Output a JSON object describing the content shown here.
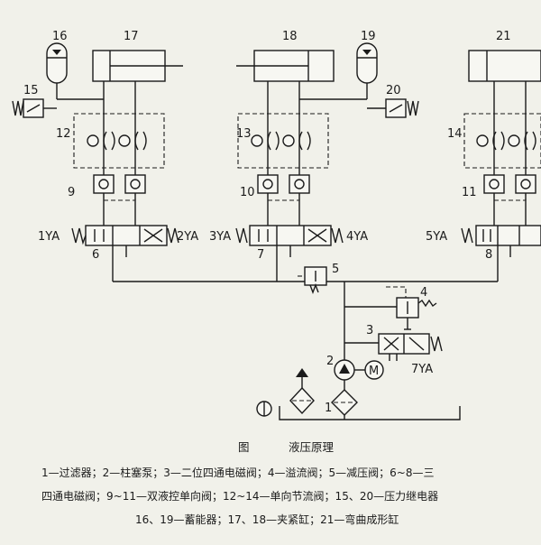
{
  "figure_label": "图",
  "title": "液压原理",
  "component_numbers": [
    "1",
    "2",
    "3",
    "4",
    "5",
    "6",
    "7",
    "8",
    "9",
    "10",
    "11",
    "12",
    "13",
    "14",
    "15",
    "16",
    "17",
    "18",
    "19",
    "20",
    "21"
  ],
  "solenoids": [
    "1YA",
    "2YA",
    "3YA",
    "4YA",
    "5YA",
    "7YA"
  ],
  "legend_lines": [
    "1—过滤器；2—柱塞泵；3—二位四通电磁阀；4—溢流阀；5—减压阀；6~8—三",
    "四通电磁阀；9~11—双液控单向阀；12~14—单向节流阀；15、20—压力继电器",
    "16、19—蓄能器；17、18—夹紧缸；21—弯曲成形缸"
  ],
  "motor_label": "M"
}
